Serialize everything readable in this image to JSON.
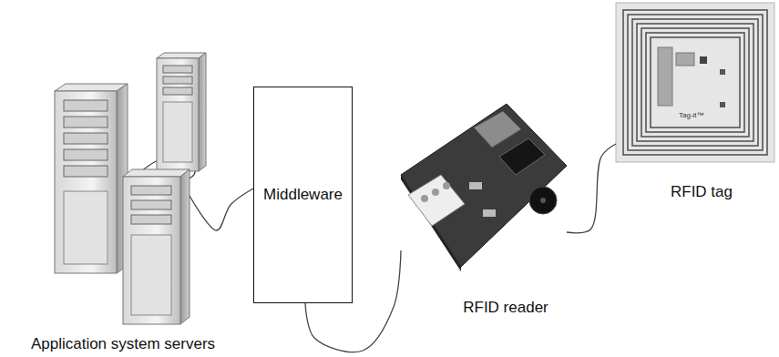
{
  "diagram": {
    "nodes": [
      {
        "text": [
          "Application system servers"
        ]
      },
      {
        "text": [
          "Middleware"
        ]
      },
      {
        "text": [
          "RFID reader"
        ]
      },
      {
        "text": [
          "RFID tag"
        ]
      }
    ],
    "edges": [
      {
        "from": 0,
        "to": 1,
        "arrow": "none"
      },
      {
        "from": 1,
        "to": 2,
        "arrow": "none"
      },
      {
        "from": 2,
        "to": 3,
        "arrow": "none"
      }
    ],
    "labels": [
      "Tag-it™"
    ]
  }
}
